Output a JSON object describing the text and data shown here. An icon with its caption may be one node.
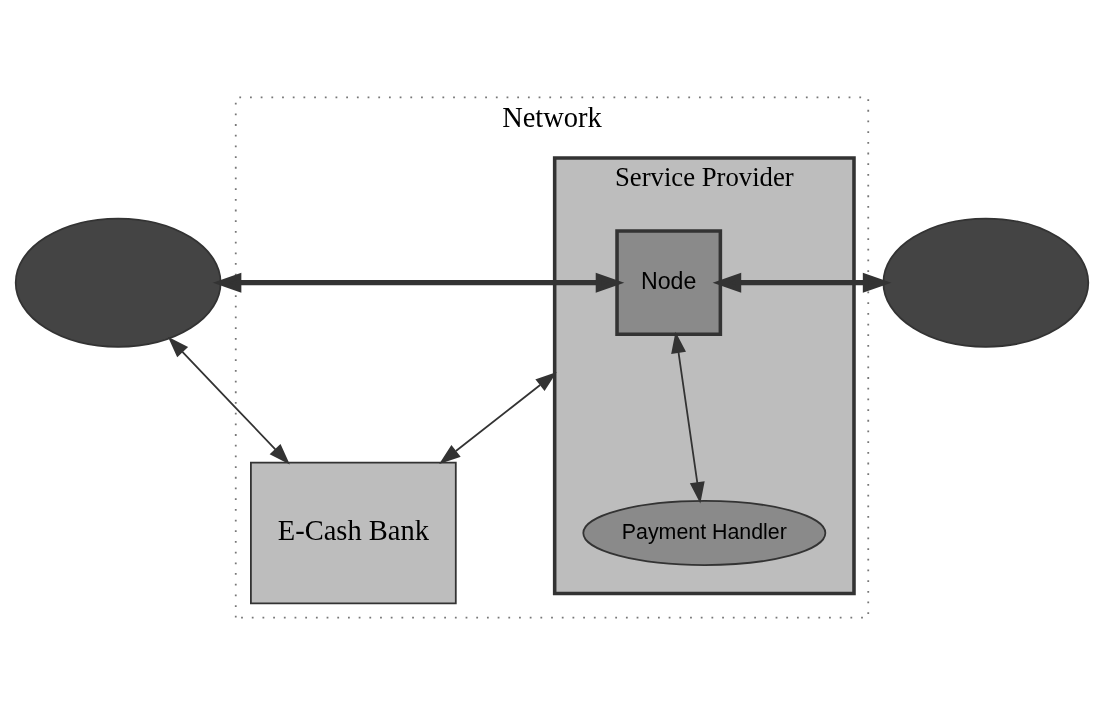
{
  "diagram": {
    "nodes": [
      {
        "text": [
          "Network"
        ]
      },
      {
        "text": [
          "Service Provider"
        ],
        "in": 0
      },
      {
        "text": [
          "Node"
        ],
        "in": 1
      },
      {
        "text": [
          "Payment Handler"
        ],
        "in": 1
      },
      {
        "text": [
          "E-Cash Bank"
        ],
        "in": 0
      },
      {
        "text": [],
        "shape": "ellipse"
      },
      {
        "text": [],
        "shape": "ellipse"
      }
    ],
    "edges": [
      {
        "from": 5,
        "to": 2,
        "arrow": "both",
        "style": "thick"
      },
      {
        "from": 2,
        "to": 6,
        "arrow": "both",
        "style": "thick"
      },
      {
        "from": 2,
        "to": 3,
        "arrow": "both"
      },
      {
        "from": 1,
        "to": 4,
        "arrow": "both"
      },
      {
        "from": 5,
        "to": 4,
        "arrow": "both"
      }
    ]
  }
}
